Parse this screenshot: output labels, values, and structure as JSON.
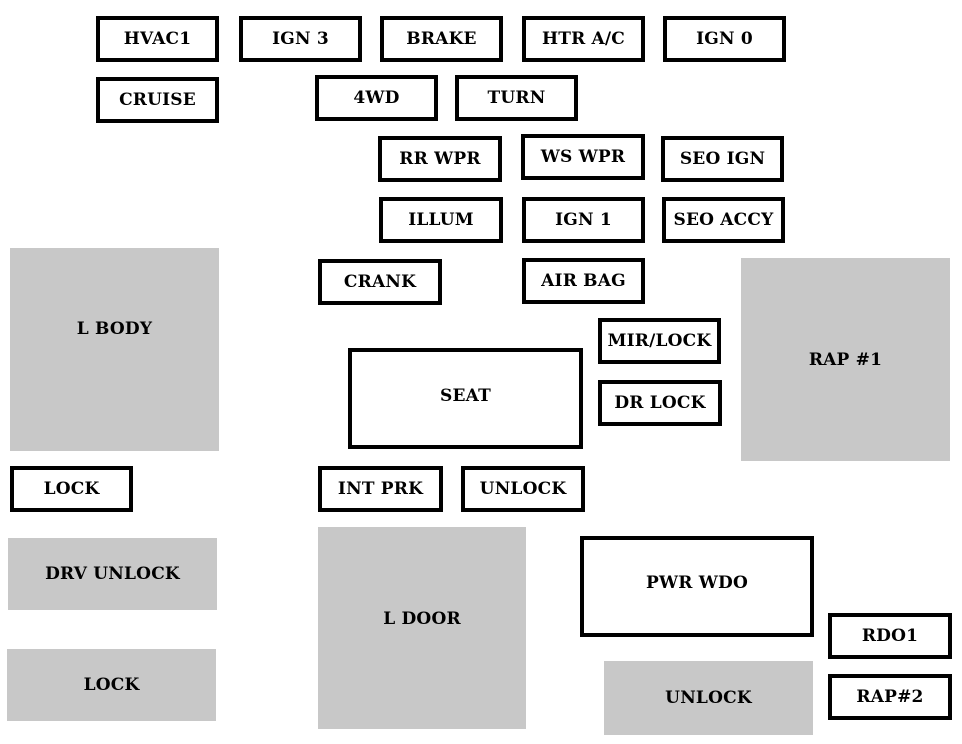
{
  "colors": {
    "fuse_border": "#000000",
    "fuse_fill": "#ffffff",
    "relay_fill": "#c8c8c8"
  },
  "fuses": {
    "hvac1": "HVAC1",
    "ign3": "IGN 3",
    "brake": "BRAKE",
    "htr_ac": "HTR A/C",
    "ign0": "IGN 0",
    "cruise": "CRUISE",
    "4wd": "4WD",
    "turn": "TURN",
    "rr_wpr": "RR WPR",
    "ws_wpr": "WS WPR",
    "seo_ign": "SEO IGN",
    "illum": "ILLUM",
    "ign1": "IGN 1",
    "seo_accy": "SEO ACCY",
    "crank": "CRANK",
    "air_bag": "AIR BAG",
    "mir_lock": "MIR/LOCK",
    "dr_lock": "DR LOCK",
    "seat": "SEAT",
    "lock_top": "LOCK",
    "int_prk": "INT PRK",
    "unlock_fuse": "UNLOCK",
    "pwr_wdo": "PWR WDO",
    "rdo1": "RDO1",
    "rap2": "RAP#2"
  },
  "relays": {
    "l_body": "L BODY",
    "rap1": "RAP #1",
    "drv_unlock": "DRV UNLOCK",
    "lock_bottom": "LOCK",
    "l_door": "L DOOR",
    "unlock_relay": "UNLOCK"
  }
}
